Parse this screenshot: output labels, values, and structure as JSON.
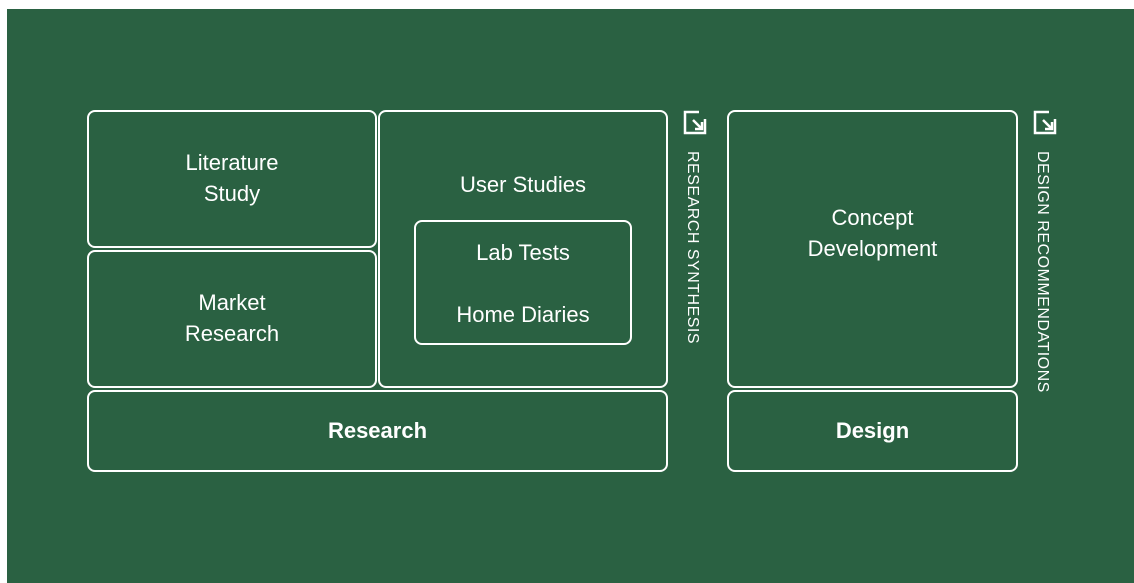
{
  "diagram": {
    "research_group": {
      "literature_study": "Literature\nStudy",
      "market_research": "Market\nResearch",
      "user_studies": {
        "title": "User Studies",
        "sub_items": [
          "Lab Tests",
          "Home Diaries"
        ]
      },
      "footer_label": "Research",
      "side_label": "RESEARCH SYNTHESIS",
      "side_icon": "arrow-down-right-icon"
    },
    "design_group": {
      "concept_development": "Concept\nDevelopment",
      "footer_label": "Design",
      "side_label": "DESIGN RECOMMENDATIONS",
      "side_icon": "arrow-down-right-icon"
    }
  },
  "colors": {
    "background": "#2a6142",
    "stroke": "#ffffff",
    "text": "#ffffff"
  }
}
